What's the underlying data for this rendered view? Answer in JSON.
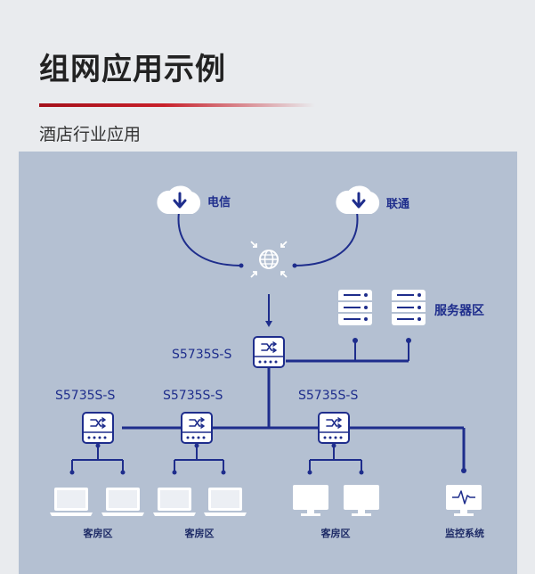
{
  "page": {
    "title": "组网应用示例",
    "subtitle": "酒店行业应用"
  },
  "diagram": {
    "isp_left": "电信",
    "isp_right": "联通",
    "core_switch": "S5735S-S",
    "access_switch_1": "S5735S-S",
    "access_switch_2": "S5735S-S",
    "access_switch_3": "S5735S-S",
    "server_area": "服务器区",
    "room_area_1": "客房区",
    "room_area_2": "客房区",
    "room_area_3": "客房区",
    "monitor_system": "监控系统"
  },
  "colors": {
    "line": "#1e2d8c",
    "icon_fill": "#ffffff",
    "accent": "#c8202a",
    "diagram_bg": "#b4c0d2"
  }
}
